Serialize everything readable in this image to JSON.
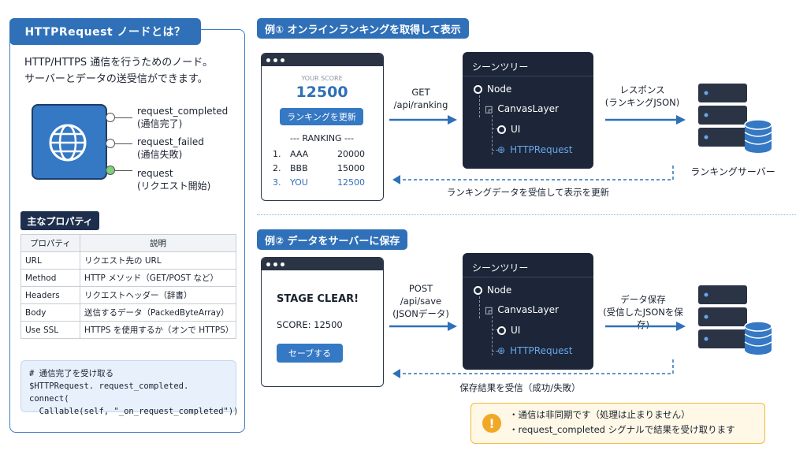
{
  "left": {
    "title": "HTTPRequest ノードとは？",
    "desc_line1": "HTTP/HTTPS 通信を行うためのノード。",
    "desc_line2": "サーバーとデータの送受信ができます。",
    "signals": [
      {
        "name": "request_completed",
        "desc": "(通信完了)"
      },
      {
        "name": "request_failed",
        "desc": "(通信失敗)"
      },
      {
        "name": "request",
        "desc": "(リクエスト開始)"
      }
    ],
    "props_title": "主なプロパティ",
    "table_headers": [
      "プロパティ",
      "説明"
    ],
    "table_rows": [
      [
        "URL",
        "リクエスト先の URL"
      ],
      [
        "Method",
        "HTTP メソッド（GET/POST など）"
      ],
      [
        "Headers",
        "リクエストヘッダー（辞書）"
      ],
      [
        "Body",
        "送信するデータ（PackedByteArray）"
      ],
      [
        "Use SSL",
        "HTTPS を使用するか（オンで HTTPS）"
      ]
    ],
    "code": [
      "# 通信完了を受け取る",
      "$HTTPRequest. request_completed. connect(",
      "  Callable(self, \"_on_request_completed\"))"
    ]
  },
  "ex1": {
    "title": "例① オンラインランキングを取得して表示",
    "score_label": "YOUR SCORE",
    "score": "12500",
    "refresh_btn": "ランキングを更新",
    "ranking_title": "--- RANKING ---",
    "ranking": [
      {
        "rank": "1.",
        "name": "AAA",
        "score": "20000"
      },
      {
        "rank": "2.",
        "name": "BBB",
        "score": "15000"
      },
      {
        "rank": "3.",
        "name": "YOU",
        "score": "12500"
      }
    ],
    "req_line1": "GET",
    "req_line2": "/api/ranking",
    "res_line1": "レスポンス",
    "res_line2": "(ランキングJSON)",
    "server_label": "ランキングサーバー",
    "return_label": "ランキングデータを受信して表示を更新"
  },
  "ex2": {
    "title": "例② データをサーバーに保存",
    "stage_clear": "STAGE CLEAR!",
    "score_line": "SCORE: 12500",
    "save_btn": "セーブする",
    "req_line1": "POST",
    "req_line2": "/api/save",
    "req_line3": "(JSONデータ)",
    "res_line1": "データ保存",
    "res_line2": "(受信したJSONを保存)",
    "return_label": "保存結果を受信（成功/失敗）"
  },
  "scene": {
    "title": "シーンツリー",
    "nodes": [
      "Node",
      "CanvasLayer",
      "UI",
      "HTTPRequest"
    ]
  },
  "note": {
    "icon": "!",
    "line1": "・通信は非同期です（処理は止まりません）",
    "line2": "・request_completed シグナルで結果を受け取ります"
  },
  "colors": {
    "accent": "#2f70b8",
    "dark": "#1c2638",
    "http_blue": "#6aa6ec",
    "warn": "#f0a826"
  }
}
